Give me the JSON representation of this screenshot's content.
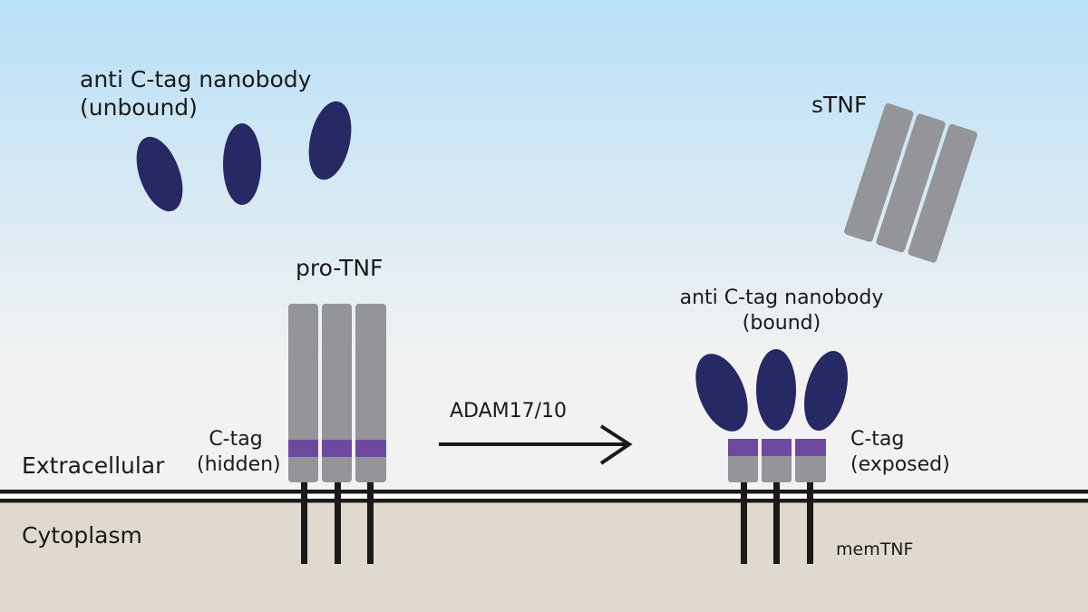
{
  "labels": {
    "unbound_nanobody": "anti C-tag nanobody\n(unbound)",
    "stnf": "sTNF",
    "pro_tnf": "pro-TNF",
    "bound_nanobody": "anti C-tag nanobody\n(bound)",
    "ctag_hidden": "C-tag\n(hidden)",
    "ctag_exposed": "C-tag\n(exposed)",
    "adam": "ADAM17/10",
    "extracellular": "Extracellular",
    "cytoplasm": "Cytoplasm",
    "memtnf": "memTNF"
  },
  "colors": {
    "sky_top": "#b7e0f7",
    "sky_bottom": "#f2f2f2",
    "cytoplasm": "#e0d9cd",
    "tnf_gray": "#939598",
    "ctag_purple": "#6e4a9e",
    "nanobody_navy": "#262964",
    "membrane": "#1a1a1a"
  }
}
